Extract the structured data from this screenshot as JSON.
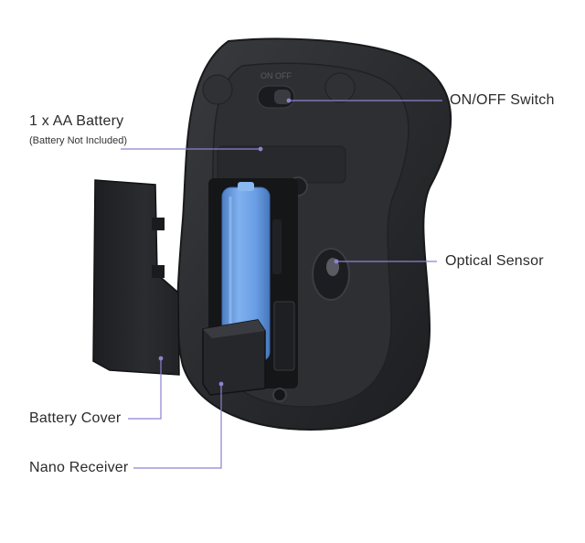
{
  "labels": {
    "battery": "1 x AA Battery",
    "battery_note": "(Battery Not Included)",
    "switch": "ON/OFF Switch",
    "sensor": "Optical Sensor",
    "cover": "Battery Cover",
    "receiver": "Nano Receiver"
  },
  "switch_marking": "ON  OFF",
  "colors": {
    "leader_line": "#8b83cf",
    "mouse_body": "#2a2b2e",
    "mouse_edge": "#18191b",
    "battery": "#6fa3e8",
    "text": "#2b2b2b"
  }
}
